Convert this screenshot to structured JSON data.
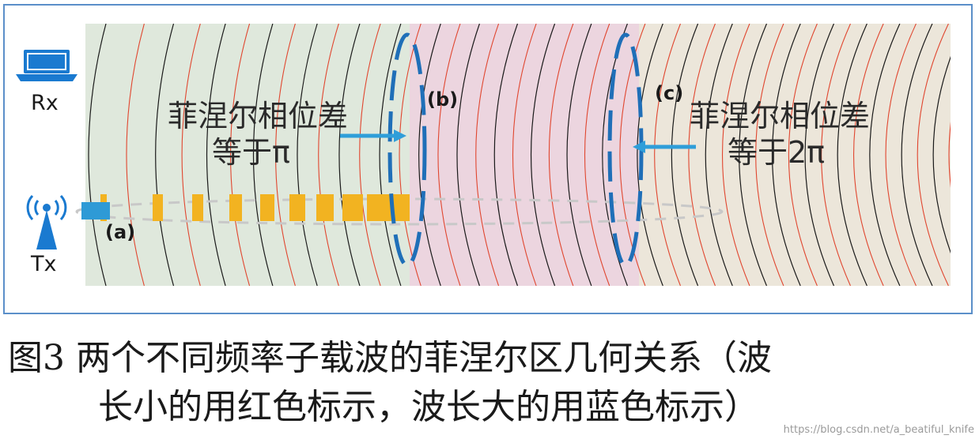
{
  "device_labels": {
    "rx": "Rx",
    "tx": "Tx"
  },
  "zones": {
    "a": "(a)",
    "b": "(b)",
    "c": "(c)"
  },
  "annotations": {
    "b_line1": "菲涅尔相位差",
    "b_line2": "等于π",
    "c_line1": "菲涅尔相位差",
    "c_line2": "等于2π"
  },
  "caption": {
    "line1": "图3 两个不同频率子载波的菲涅尔区几何关系（波",
    "line2": "长小的用红色标示，波长大的用蓝色标示）"
  },
  "watermark": "https://blog.csdn.net/a_beatiful_knife",
  "colors": {
    "frame": "#5b8fc9",
    "zone_a": "#dfe8dc",
    "zone_b": "#ecd5df",
    "zone_c": "#ece6da",
    "red_wave": "#e0462f",
    "black_wave": "#1a1a1a",
    "ellipse": "#1f6fb8",
    "arrow": "#2f9ed9",
    "bar": "#f2b321"
  },
  "icons": [
    "laptop-icon",
    "antenna-tower-icon"
  ]
}
